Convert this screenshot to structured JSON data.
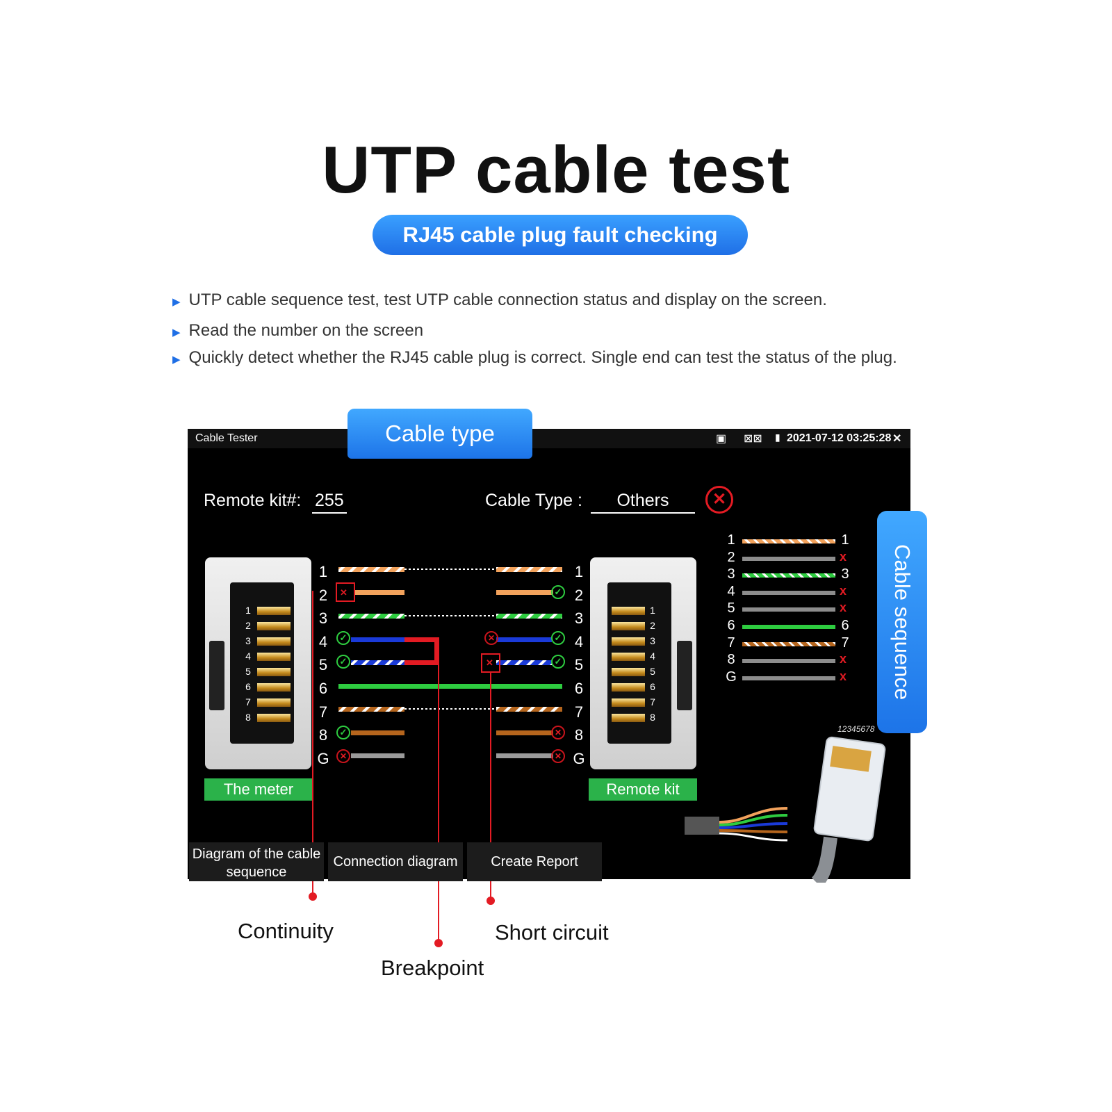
{
  "title": "UTP cable test",
  "subtitle": "RJ45 cable plug fault checking",
  "bullets": [
    "UTP cable sequence test, test UTP cable connection status and display on the screen.",
    "Read the number on the screen",
    "Quickly detect whether the RJ45 cable plug is correct. Single end can test the status of the plug."
  ],
  "screen": {
    "app_title": "Cable Tester",
    "datetime": "2021-07-12 03:25:28",
    "close_glyph": "✕",
    "remote_kit_label": "Remote kit#:",
    "remote_kit_value": "255",
    "cable_type_label": "Cable Type :",
    "cable_type_value": "Others",
    "pins": [
      "1",
      "2",
      "3",
      "4",
      "5",
      "6",
      "7",
      "8",
      "G"
    ],
    "connector_pins": [
      "1",
      "2",
      "3",
      "4",
      "5",
      "6",
      "7",
      "8"
    ],
    "meter_label": "The meter",
    "remote_label": "Remote kit",
    "buttons": [
      "Diagram of the cable sequence",
      "Connection diagram",
      "Create Report"
    ],
    "sequence_pins_left": [
      "1",
      "2",
      "3",
      "4",
      "5",
      "6",
      "7",
      "8",
      "G"
    ],
    "sequence_pins_right": [
      "1",
      "x",
      "3",
      "x",
      "x",
      "6",
      "7",
      "x",
      "x"
    ],
    "plug_label": "12345678"
  },
  "callouts": {
    "cable_type": "Cable type",
    "cable_sequence": "Cable sequence",
    "continuity": "Continuity",
    "breakpoint": "Breakpoint",
    "short_circuit": "Short circuit"
  },
  "colors": {
    "accent_blue": "#1f6fe6",
    "ok_green": "#2ecc40",
    "fault_red": "#e31b23",
    "button_green": "#2bb24a"
  }
}
